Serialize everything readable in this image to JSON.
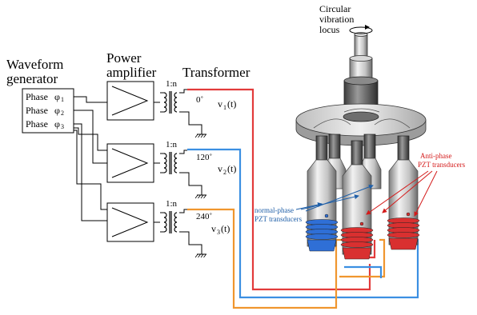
{
  "labels": {
    "waveform_line1": "Waveform",
    "waveform_line2": "generator",
    "power_line1": "Power",
    "power_line2": "amplifier",
    "transformer": "Transformer",
    "circular_line1": "Circular",
    "circular_line2": "vibration",
    "circular_line3": "locus",
    "normal_line1": "normal-phase",
    "normal_line2": "PZT transducers",
    "anti_line1": "Anti-phase",
    "anti_line2": "PZT transducers"
  },
  "phases": [
    {
      "label": "Phase",
      "symbol": "φ",
      "sub": "1"
    },
    {
      "label": "Phase",
      "symbol": "φ",
      "sub": "2"
    },
    {
      "label": "Phase",
      "symbol": "φ",
      "sub": "3"
    }
  ],
  "channels": [
    {
      "ratio": "1:n",
      "angle": "0˚",
      "voltage": "v",
      "vsub": "1",
      "vtail": "(t)",
      "wire_color": "#e23b3b"
    },
    {
      "ratio": "1:n",
      "angle": "120˚",
      "voltage": "v",
      "vsub": "2",
      "vtail": "(t)",
      "wire_color": "#3b8fe2"
    },
    {
      "ratio": "1:n",
      "angle": "240˚",
      "voltage": "v",
      "vsub": "3",
      "vtail": "(t)",
      "wire_color": "#f0962e"
    }
  ]
}
